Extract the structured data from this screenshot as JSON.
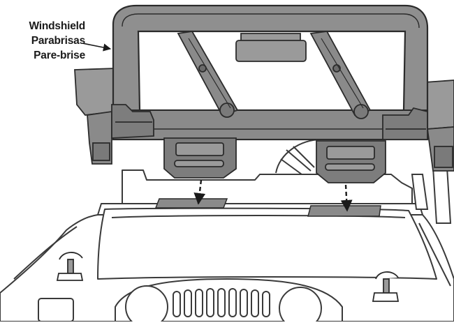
{
  "callout": {
    "lines": [
      "Windshield",
      "Parabrisas",
      "Pare-brise"
    ]
  },
  "colors": {
    "frame_fill": "#8f8f8f",
    "frame_stroke": "#2b2b2b",
    "hinge_fill": "#7d7d7d",
    "hinge_dark": "#4a4a4a",
    "hood_line": "#3a3a3a",
    "pad_fill": "#8a8a8a",
    "background": "#ffffff"
  },
  "icons": {
    "arrow_left": "arrow-left-icon",
    "arrow_down": "arrow-down-icon"
  }
}
